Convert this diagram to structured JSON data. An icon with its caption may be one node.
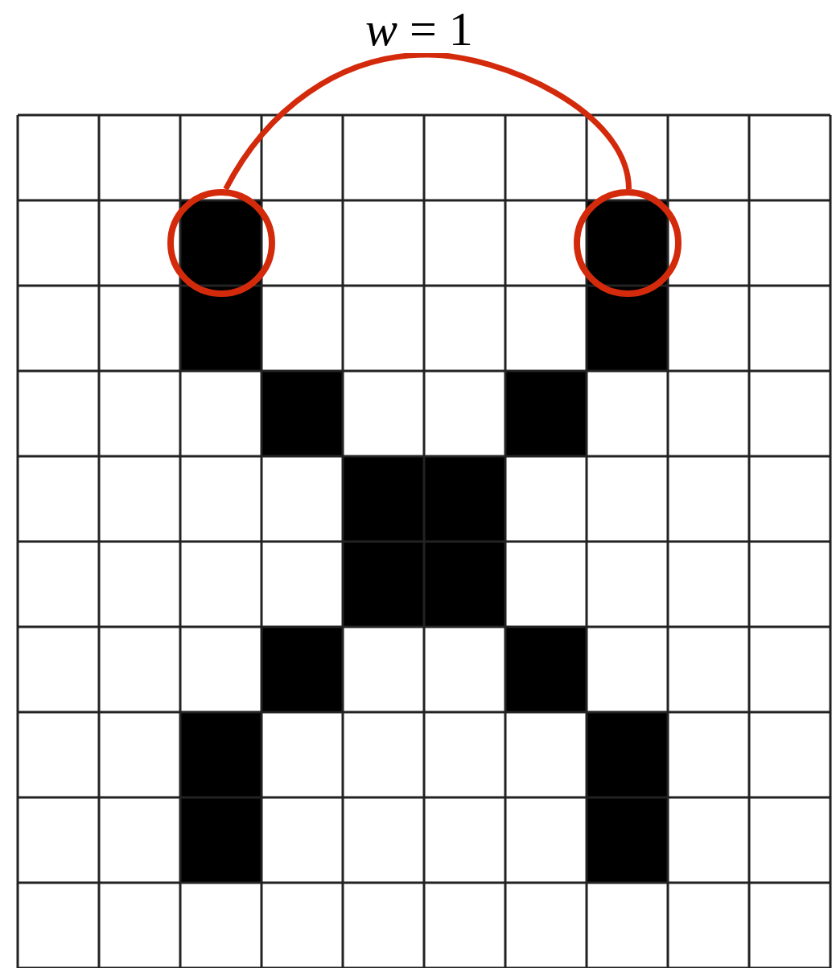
{
  "diagram": {
    "nodes": [
      {
        "text": [],
        "shape": "circle"
      },
      {
        "text": [],
        "shape": "circle"
      }
    ],
    "edges": [
      {
        "from": 0,
        "to": 1,
        "arrow": "none",
        "label": "*w* = 1",
        "color": "#d42a0c"
      }
    ]
  }
}
